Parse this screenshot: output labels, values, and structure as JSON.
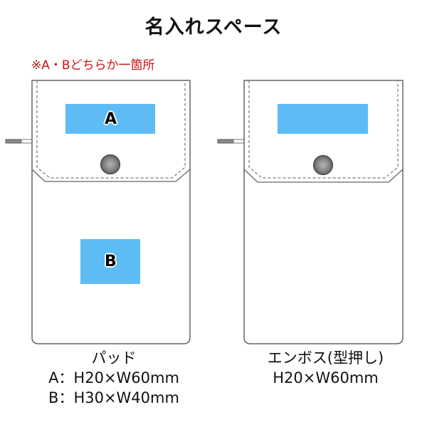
{
  "title": "名入れスペース",
  "note": "※A・Bどちらか一箇所",
  "colors": {
    "imprint_area": "#5dbcf3",
    "outline": "#666666",
    "note_text": "#cc1111",
    "button": "#808080"
  },
  "pouches": [
    {
      "type": "pad_print",
      "areas": [
        {
          "label": "A"
        },
        {
          "label": "B"
        }
      ],
      "caption": {
        "method": "パッド",
        "lines": [
          "A：H20×W60mm",
          "B：H30×W40mm"
        ]
      }
    },
    {
      "type": "emboss",
      "areas": [
        {
          "label": ""
        }
      ],
      "caption": {
        "method": "エンボス(型押し)",
        "lines": [
          "H20×W60mm"
        ]
      }
    }
  ]
}
